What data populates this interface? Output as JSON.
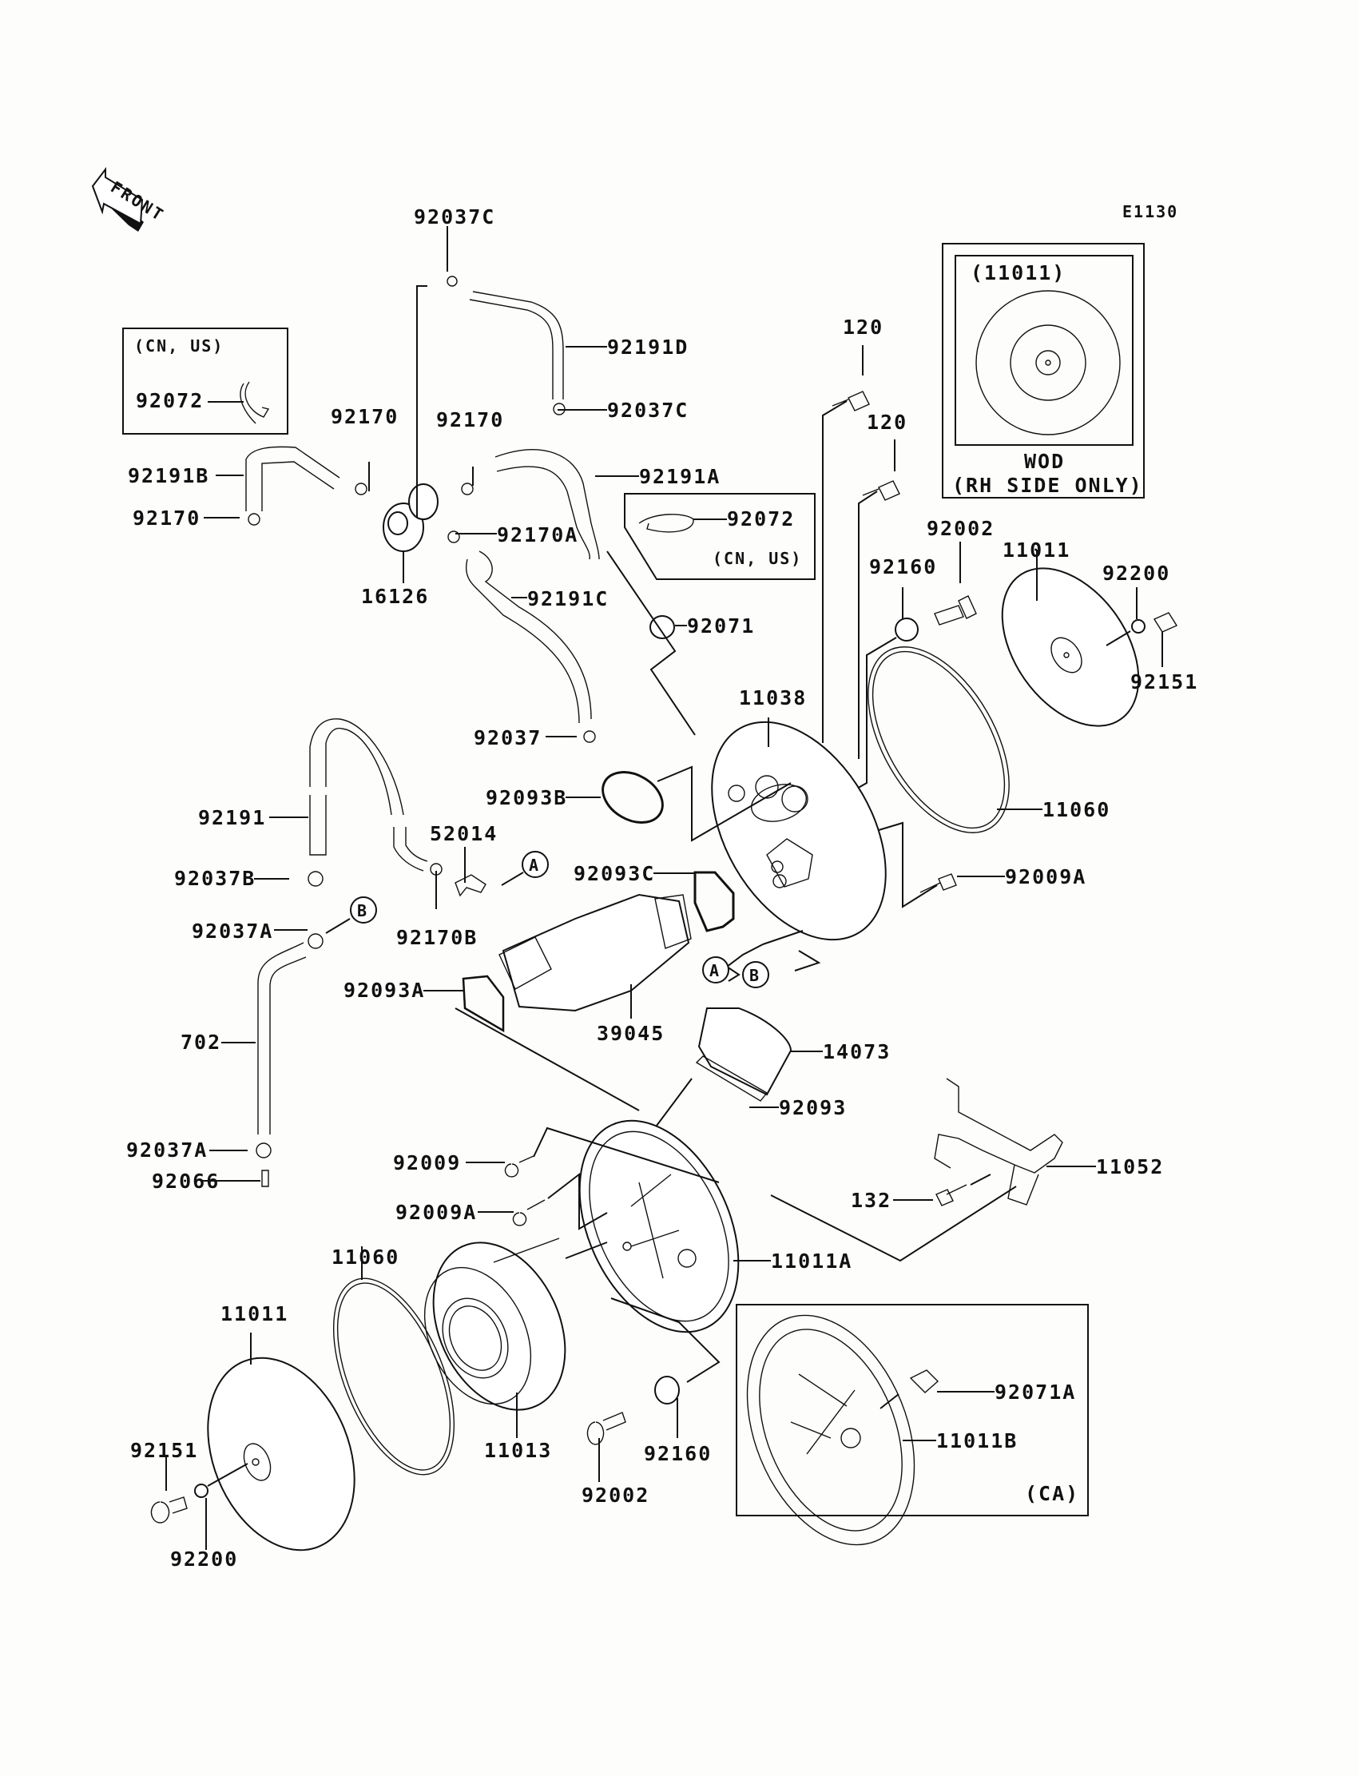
{
  "diagram": {
    "code": "E1130",
    "front_arrow": "FRONT",
    "insets": {
      "wod": {
        "part": "(11011)",
        "caption1": "WOD",
        "caption2": "(RH SIDE ONLY)"
      },
      "cnus_left": {
        "region": "(CN, US)",
        "part": "92072"
      },
      "cnus_right": {
        "region": "(CN, US)",
        "part": "92072"
      },
      "ca": {
        "region": "(CA)"
      }
    },
    "connectors": {
      "a": "A",
      "b": "B"
    },
    "callouts": {
      "p92037C_top": "92037C",
      "p92191D": "92191D",
      "p92037C_mid": "92037C",
      "p92170_l": "92170",
      "p92170_m": "92170",
      "p92191B": "92191B",
      "p92170_low": "92170",
      "p16126": "16126",
      "p92170A": "92170A",
      "p92191A": "92191A",
      "p92191C": "92191C",
      "p92071": "92071",
      "p92037": "92037",
      "p120_a": "120",
      "p120_b": "120",
      "p92002_top": "92002",
      "p92160_top": "92160",
      "p11011_top": "11011",
      "p92200_top": "92200",
      "p92151_top": "92151",
      "p11038": "11038",
      "p11060_top": "11060",
      "p92009A_top": "92009A",
      "p92093B": "92093B",
      "p92093C": "92093C",
      "p92191": "92191",
      "p52014": "52014",
      "p92037B": "92037B",
      "p92170B": "92170B",
      "p92037A_top": "92037A",
      "p92093A": "92093A",
      "p39045": "39045",
      "p702": "702",
      "p14073": "14073",
      "p92093": "92093",
      "p11052": "11052",
      "p132": "132",
      "p92037A_low": "92037A",
      "p92066": "92066",
      "p92009": "92009",
      "p92009A_low": "92009A",
      "p11011A": "11011A",
      "p11060_low": "11060",
      "p11011_low": "11011",
      "p11013": "11013",
      "p92151_low": "92151",
      "p92200_low": "92200",
      "p92002_low": "92002",
      "p92160_low": "92160",
      "p92071A": "92071A",
      "p11011B": "11011B"
    }
  }
}
